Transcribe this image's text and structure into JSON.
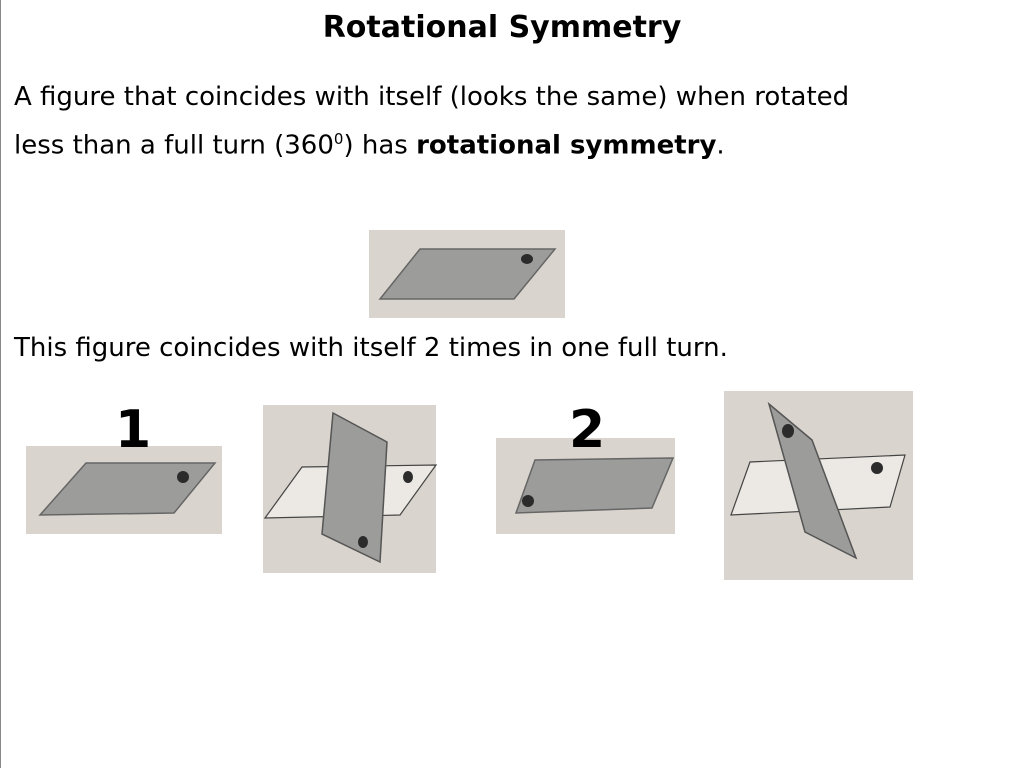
{
  "title": "Rotational Symmetry",
  "definition": {
    "line1": "A figure that coincides with itself (looks the same) when rotated",
    "line2_start": "less than a full turn (360",
    "line2_sup": "0",
    "line2_mid": ") has ",
    "line2_bold": "rotational symmetry",
    "line2_end": "."
  },
  "caption": "This figure coincides with itself 2 times in one full turn.",
  "step_labels": [
    "1",
    "2"
  ],
  "colors": {
    "photo_bg": "#d9d4cd",
    "shape_fill": "#9c9c9a",
    "dot": "#2b2b2b"
  }
}
